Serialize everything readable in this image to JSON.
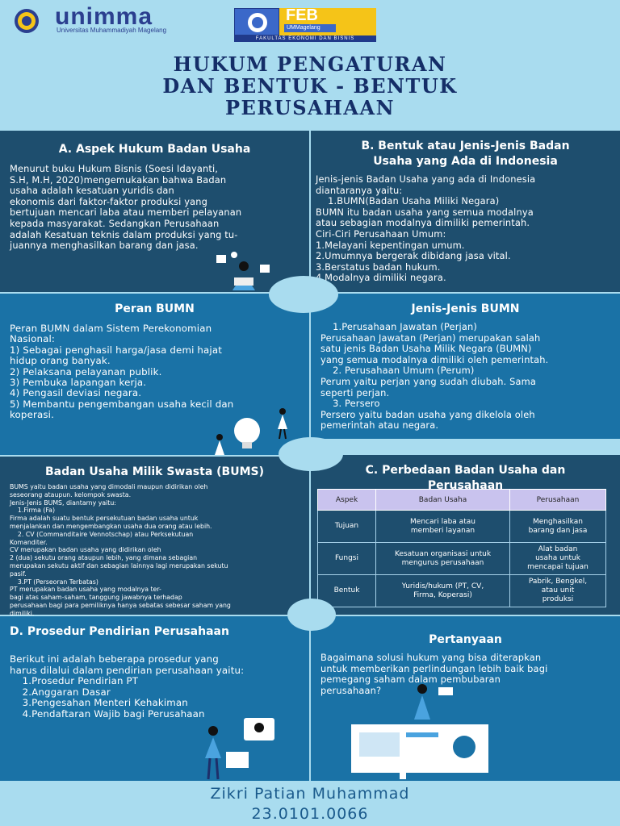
{
  "header": {
    "unimma_logo": "unimma",
    "unimma_sub": "Universitas Muhammadiyah Magelang",
    "feb_logo": "FEB",
    "feb_tag": "UMMagelang",
    "feb_bar": "FAKULTAS EKONOMI DAN BISNIS"
  },
  "title": "HUKUM PENGATURAN\nDAN BENTUK - BENTUK\nPERUSAHAAN",
  "panel_a": {
    "title": "A. Aspek Hukum Badan Usaha",
    "text": "Menurut buku Hukum Bisnis (Soesi Idayanti,\nS.H, M.H, 2020)mengemukakan bahwa Badan\nusaha adalah kesatuan yuridis dan\nekonomis dari faktor-faktor produksi yang\nbertujuan mencari laba atau memberi pelayanan\nkepada masyarakat. Sedangkan Perusahaan\nadalah Kesatuan teknis dalam produksi yang tu-\njuannya menghasilkan barang dan jasa."
  },
  "panel_b": {
    "title": "B. Bentuk atau Jenis-Jenis Badan\nUsaha yang Ada di Indonesia",
    "text": "Jenis-jenis Badan Usaha yang ada di Indonesia\ndiantaranya yaitu:\n    1.BUMN(Badan Usaha Miliki Negara)\nBUMN itu badan usaha yang semua modalnya\natau sebagian modalnya dimiliki pemerintah.\nCiri-Ciri Perusahaan Umum:\n1.Melayani kepentingan umum.\n2.Umumnya bergerak dibidang jasa vital.\n3.Berstatus badan hukum.\n4.Modalnya dimiliki negara."
  },
  "panel_peran": {
    "title": "Peran BUMN",
    "text": "Peran BUMN dalam Sistem Perekonomian\nNasional:\n1) Sebagai penghasil harga/jasa demi hajat\nhidup orang banyak.\n2) Pelaksana pelayanan publik.\n3) Pembuka lapangan kerja.\n4) Pengasil deviasi negara.\n5) Membantu pengembangan usaha kecil dan\nkoperasi."
  },
  "panel_jenis": {
    "title": "Jenis-Jenis BUMN",
    "text": "    1.Perusahaan Jawatan (Perjan)\nPerusahaan Jawatan (Perjan) merupakan salah\nsatu jenis Badan Usaha Milik Negara (BUMN)\nyang semua modalnya dimiliki oleh pemerintah.\n    2. Perusahaan Umum (Perum)\nPerum yaitu perjan yang sudah diubah. Sama\nseperti perjan.\n    3. Persero\nPersero yaitu badan usaha yang dikelola oleh\npemerintah atau negara."
  },
  "panel_bums": {
    "title": "Badan Usaha Milik Swasta (BUMS)",
    "text": "BUMS yaitu badan usaha yang dimodali maupun didirikan oleh\nseseorang ataupun. kelompok swasta.\nJenis-Jenis BUMS, diantarny yaitu:\n    1.Firma (Fa)\nFirma adalah suatu bentuk persekutuan badan usaha untuk\nmenjalankan dan mengembangkan usaha dua orang atau lebih.\n    2. CV (Commanditaire Vennotschap) atau Perksekutuan\nKomanditer.\nCV merupakan badan usaha yang didirikan oleh\n2 (dua) sekutu orang ataupun lebih, yang dimana sebagian\nmerupakan sekutu aktif dan sebagian lainnya lagi merupakan sekutu\npasif.\n    3.PT (Perseoran Terbatas)\nPT merupakan badan usaha yang modalnya ter-\nbagi atas saham-saham, tanggung jawabnya terhadap\nperusahaan bagi para pemiliknya hanya sebatas sebesar saham yang\ndimiliki."
  },
  "panel_c": {
    "title": "C. Perbedaan Badan Usaha dan\nPerusahaan",
    "headers": [
      "Aspek",
      "Badan Usaha",
      "Perusahaan"
    ],
    "rows": [
      [
        "Tujuan",
        "Mencari laba atau\nmemberi layanan",
        "Menghasilkan\nbarang dan jasa"
      ],
      [
        "Fungsi",
        "Kesatuan organisasi untuk\nmengurus perusahaan",
        "Alat badan\nusaha untuk\nmencapai tujuan"
      ],
      [
        "Bentuk",
        "Yuridis/hukum (PT, CV,\nFirma, Koperasi)",
        "Pabrik, Bengkel,\natau unit\nproduksi"
      ]
    ]
  },
  "panel_d": {
    "title": "D. Prosedur Pendirian Perusahaan",
    "text": "Berikut ini adalah beberapa prosedur yang\nharus dilalui dalam pendirian perusahaan yaitu:\n    1.Prosedur Pendirian PT\n    2.Anggaran Dasar\n    3.Pengesahan Menteri Kehakiman\n    4.Pendaftaran Wajib bagi Perusahaan"
  },
  "panel_q": {
    "title": "Pertanyaan",
    "text": "Bagaimana solusi hukum yang bisa diterapkan\nuntuk memberikan perlindungan lebih baik bagi\npemegang saham dalam pembubaran\nperusahaan?"
  },
  "footer": {
    "name": "Zikri Patian Muhammad",
    "id": "23.0101.0066"
  },
  "colors": {
    "background": "#a9dcef",
    "dark_panel": "#1e4e6e",
    "mid_panel": "#1a72a6",
    "title": "#152e68"
  }
}
